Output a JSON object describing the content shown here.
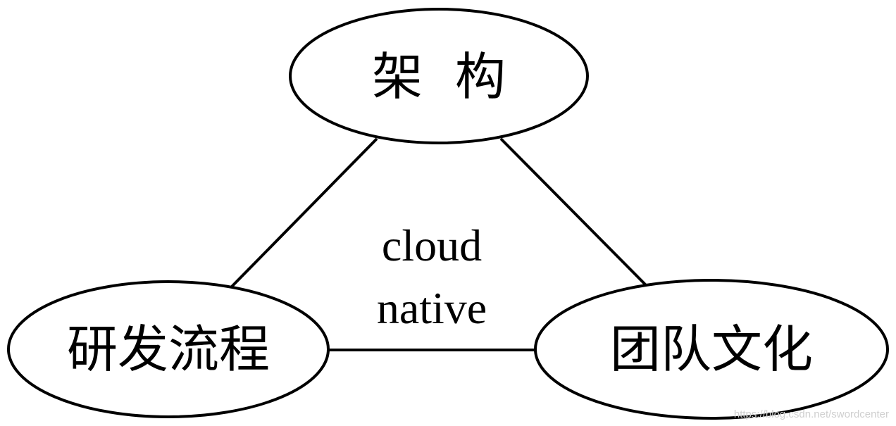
{
  "diagram": {
    "nodes": {
      "top": {
        "label": "架  构"
      },
      "left": {
        "label": "研发流程"
      },
      "right": {
        "label": "团队文化"
      }
    },
    "center": {
      "line1": "cloud",
      "line2": "native"
    }
  },
  "watermark": {
    "text": "https://blog.csdn.net/swordcenter"
  },
  "colors": {
    "stroke": "#000000",
    "background": "#ffffff",
    "watermark": "#cfcfcf"
  }
}
